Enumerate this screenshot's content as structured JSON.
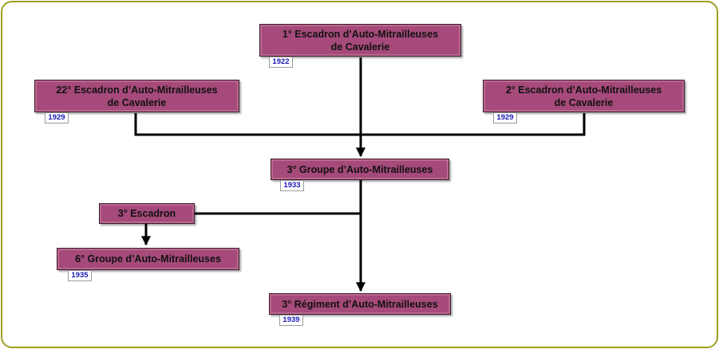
{
  "colors": {
    "frame_border": "#a0a020",
    "box_fill": "#a54a7a",
    "box_border": "#3e1a2c",
    "connector": "#000000",
    "year_text": "#1a1ab5"
  },
  "nodes": {
    "escadron_1": {
      "line1": "1° Escadron d’Auto-Mitrailleuses",
      "line2": "de Cavalerie",
      "year": "1922"
    },
    "escadron_22": {
      "line1": "22° Escadron d’Auto-Mitrailleuses",
      "line2": "de Cavalerie",
      "year": "1929"
    },
    "escadron_2": {
      "line1": "2° Escadron d’Auto-Mitrailleuses",
      "line2": "de Cavalerie",
      "year": "1929"
    },
    "groupe_3": {
      "label": "3° Groupe d’Auto-Mitrailleuses",
      "year": "1933"
    },
    "escadron_3": {
      "label": "3° Escadron"
    },
    "groupe_6": {
      "label": "6° Groupe d’Auto-Mitrailleuses",
      "year": "1935"
    },
    "regiment_3": {
      "label": "3° Régiment d’Auto-Mitrailleuses",
      "year": "1939"
    }
  }
}
